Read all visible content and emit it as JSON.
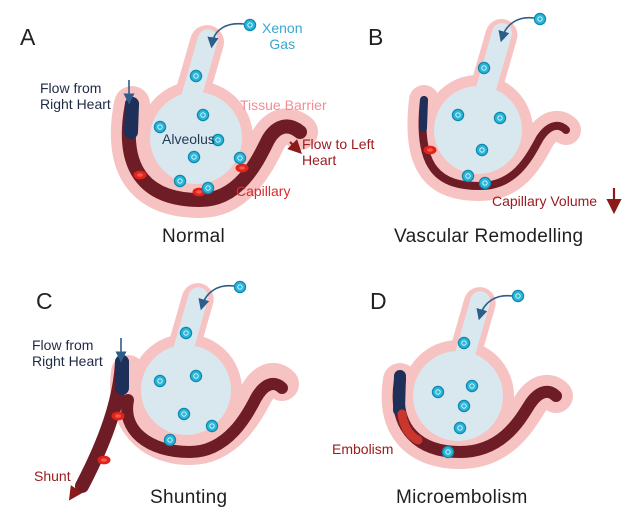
{
  "colors": {
    "tissue_barrier": "#f7c2c2",
    "alveolus_fill": "#d9e7ee",
    "capillary": "#6e1c25",
    "capillary_dark_end": "#1e2f5a",
    "xenon": "#29b6d9",
    "red_cell": "#e2231a",
    "arrow_blue": "#2f5d8a",
    "arrow_red": "#8b1a1a"
  },
  "icons": {
    "xenon_atom": "xenon-atom-icon",
    "red_blood_cell": "red-blood-cell-icon",
    "flow_arrow": "arrow-icon"
  },
  "panels": [
    {
      "letter": "A",
      "caption": "Normal",
      "labels": {
        "xenon_line1": "Xenon",
        "xenon_line2": "Gas",
        "flow_from_line1": "Flow from",
        "flow_from_line2": "Right Heart",
        "tissue_barrier": "Tissue Barrier",
        "alveolus": "Alveolus",
        "flow_to_line1": "Flow to Left",
        "flow_to_line2": "Heart",
        "capillary": "Capillary"
      }
    },
    {
      "letter": "B",
      "caption": "Vascular Remodelling",
      "labels": {
        "capillary_volume": "Capillary Volume"
      }
    },
    {
      "letter": "C",
      "caption": "Shunting",
      "labels": {
        "flow_from_line1": "Flow from",
        "flow_from_line2": "Right Heart",
        "shunt": "Shunt"
      }
    },
    {
      "letter": "D",
      "caption": "Microembolism",
      "labels": {
        "embolism": "Embolism"
      }
    }
  ]
}
